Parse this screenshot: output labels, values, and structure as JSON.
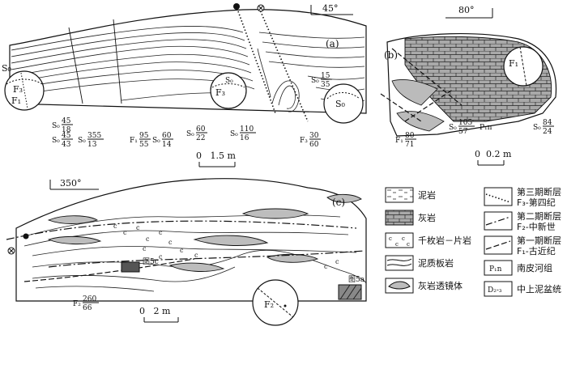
{
  "panel_a": {
    "label": "(a)",
    "orientation": "45°",
    "scale": "0   1.5 m",
    "circles": [
      {
        "name": "stereonet-a-left",
        "labels": [
          "S₀",
          "F₃",
          "F₁"
        ]
      },
      {
        "name": "stereonet-a-mid",
        "labels": [
          "S₀",
          "F₃"
        ]
      },
      {
        "name": "stereonet-a-right",
        "labels": [
          "S₀"
        ]
      }
    ],
    "measurements": [
      {
        "prefix": "S₀",
        "num": "45",
        "den": "18"
      },
      {
        "prefix": "S₀",
        "num": "45",
        "den": "43"
      },
      {
        "prefix": "S₀",
        "num": "355",
        "den": "13"
      },
      {
        "prefix": "F₁",
        "num": "95",
        "den": "55"
      },
      {
        "prefix": "S₀",
        "num": "60",
        "den": "14"
      },
      {
        "prefix": "S₀",
        "num": "60",
        "den": "22"
      },
      {
        "prefix": "S₀",
        "num": "110",
        "den": "16"
      },
      {
        "prefix": "F₃",
        "num": "30",
        "den": "60"
      },
      {
        "prefix": "S₀",
        "num": "15",
        "den": "35"
      }
    ]
  },
  "panel_b": {
    "label": "(b)",
    "orientation": "80°",
    "scale": "0  0.2 m",
    "circle_label": "F₁",
    "formation": "P₁n",
    "measurements": [
      {
        "prefix": "F₁",
        "num": "80",
        "den": "71"
      },
      {
        "prefix": "S₀",
        "num": "105",
        "den": "57"
      },
      {
        "prefix": "S₀",
        "num": "84",
        "den": "24"
      }
    ]
  },
  "panel_c": {
    "label": "(c)",
    "orientation": "350°",
    "scale": "0   2 m",
    "circle_label": "F₂",
    "ref_5c": "图5c",
    "ref_5a": "图5a",
    "measurement": {
      "prefix": "F₂",
      "num": "260",
      "den": "66"
    }
  },
  "legend": {
    "items": [
      {
        "key": "mudstone",
        "label": "泥岩"
      },
      {
        "key": "limestone",
        "label": "灰岩"
      },
      {
        "key": "phyllite",
        "label": "千枚岩－片岩"
      },
      {
        "key": "slate",
        "label": "泥质板岩"
      },
      {
        "key": "lens",
        "label": "灰岩透镜体"
      }
    ],
    "faults": [
      {
        "key": "fault3",
        "line1": "第三期断层",
        "line2": "F₃-第四纪"
      },
      {
        "key": "fault2",
        "line1": "第二期断层",
        "line2": "F₂-中新世"
      },
      {
        "key": "fault1",
        "line1": "第一期断层",
        "line2": "F₁-古近纪"
      }
    ],
    "units": [
      {
        "key": "p1n",
        "code": "P₁n",
        "label": "南皮河组"
      },
      {
        "key": "d23",
        "code": "D₂-₃",
        "label": "中上泥盆统"
      }
    ]
  }
}
